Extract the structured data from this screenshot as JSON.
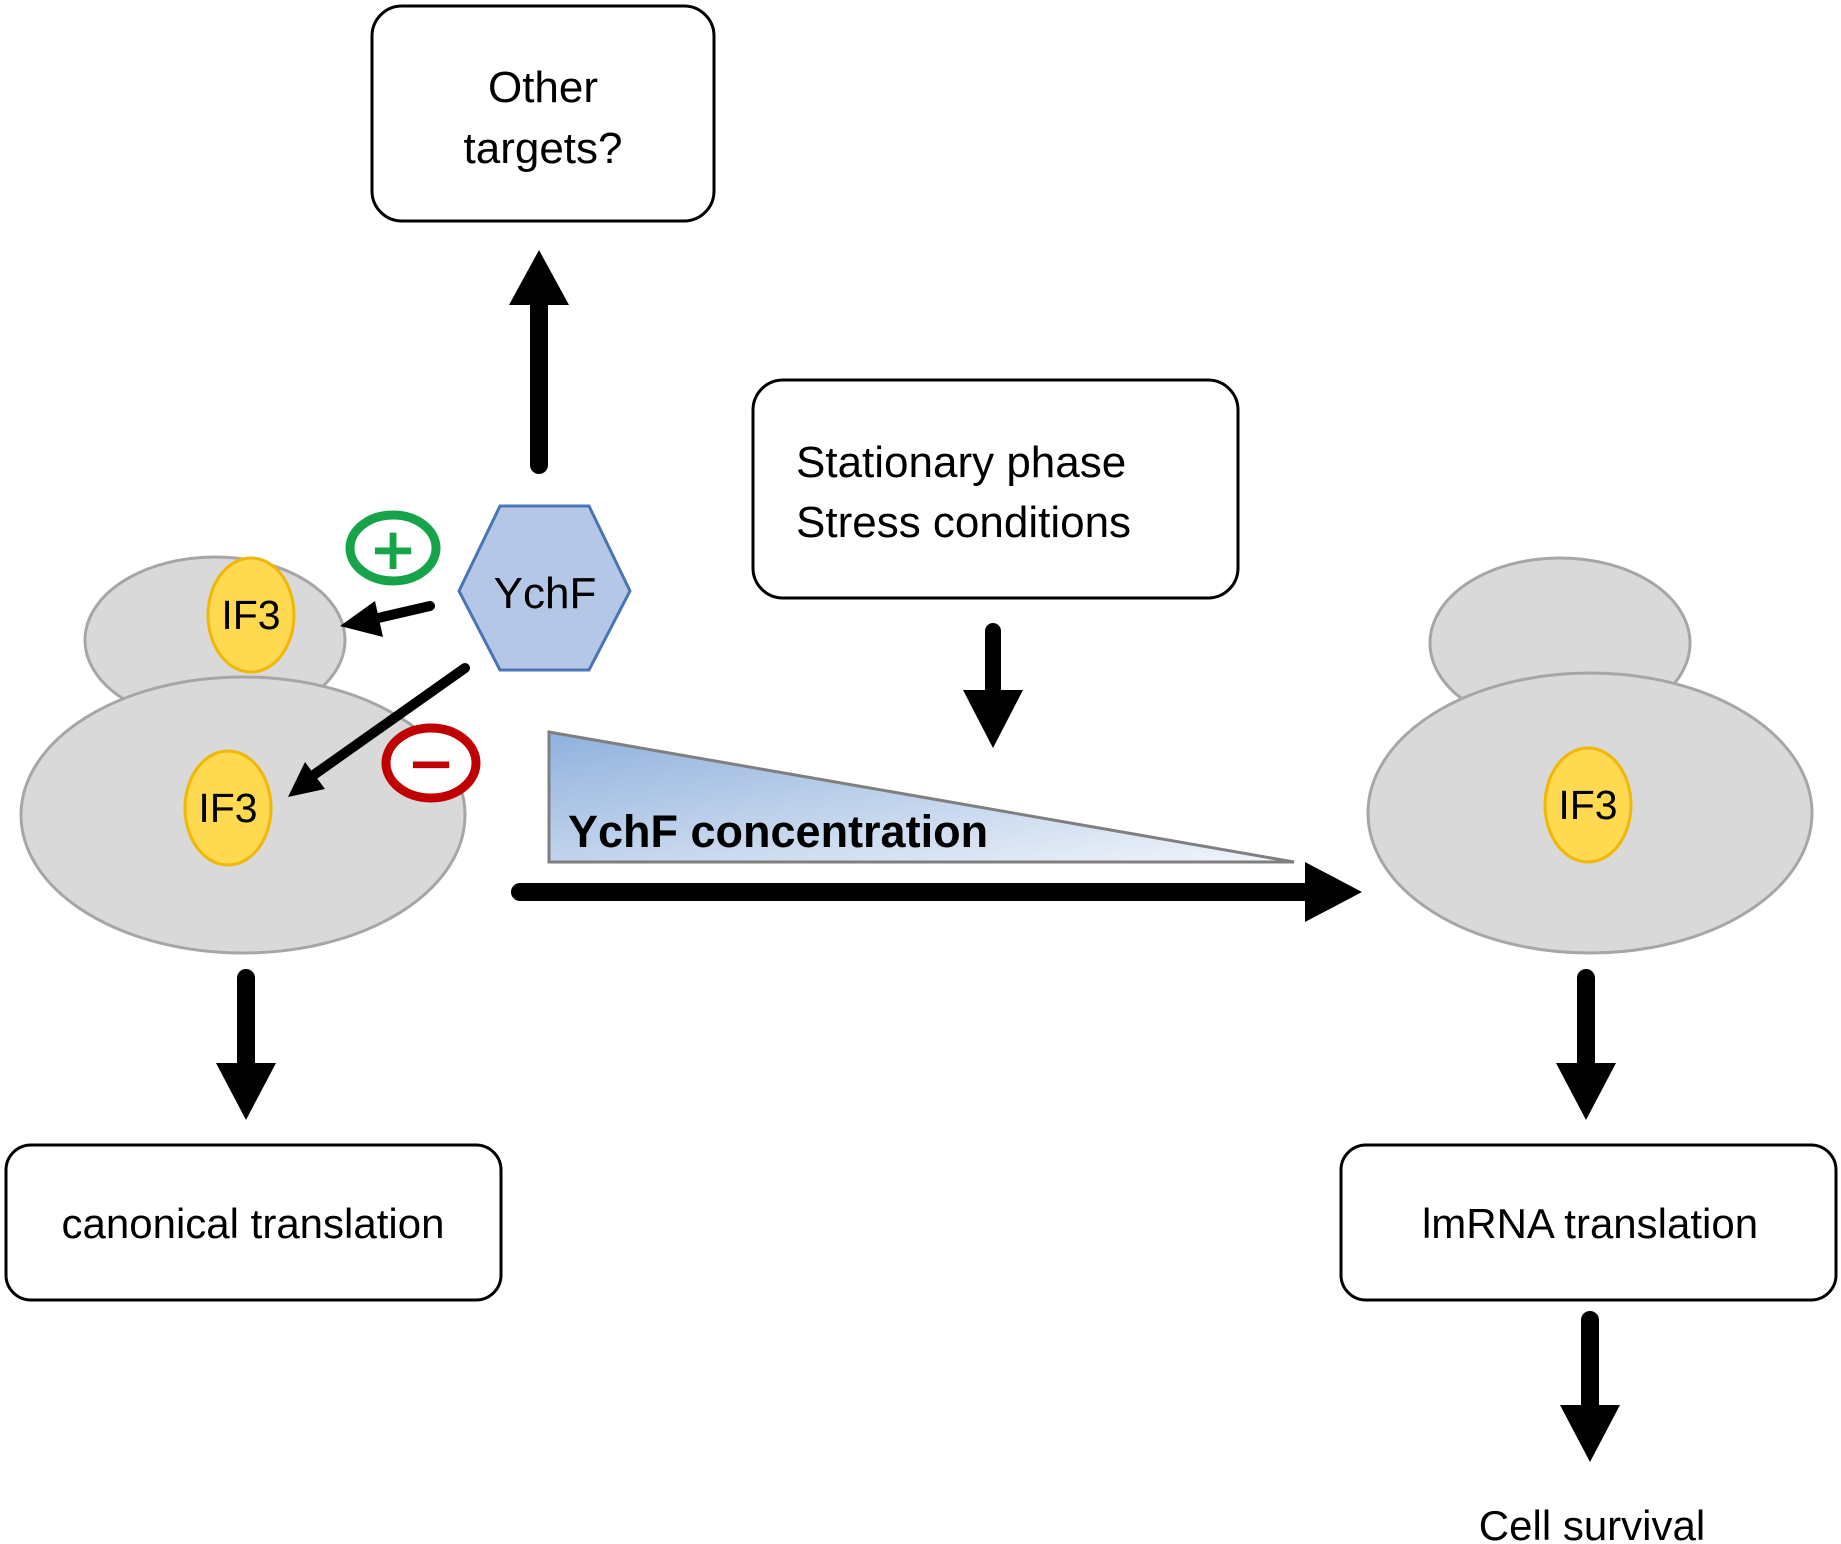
{
  "nodes": {
    "other_targets": {
      "line1": "Other",
      "line2": "targets?"
    },
    "ychf": "YchF",
    "if3": "IF3",
    "conditions": {
      "line1": "Stationary phase",
      "line2": "Stress conditions"
    },
    "gradient_label": "YchF concentration",
    "canonical": "canonical translation",
    "lmrna": "lmRNA translation",
    "cell_survival": "Cell survival"
  },
  "signs": {
    "positive": "+",
    "negative": "−"
  },
  "colors": {
    "ribosome": "#d9d9d9",
    "if3": "#ffd94f",
    "ychf_hexagon": "#b4c7e7",
    "positive_sign": "#17a34a",
    "negative_sign": "#c00000",
    "gradient_start": "#8fb1dd",
    "gradient_end": "#f3f6fb"
  }
}
